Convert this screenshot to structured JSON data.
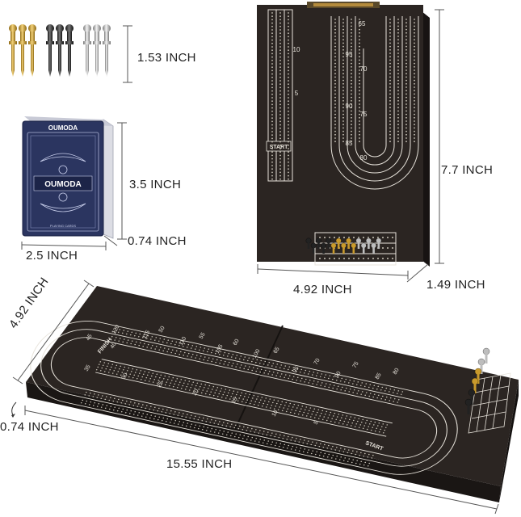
{
  "dimensions": {
    "pegs_height": "1.53 INCH",
    "card_height": "3.5 INCH",
    "card_width": "2.5 INCH",
    "card_depth": "0.74 INCH",
    "box_height": "7.7 INCH",
    "box_width": "4.92 INCH",
    "box_depth": "1.49 INCH",
    "board_width": "4.92 INCH",
    "board_thickness": "0.74 INCH",
    "board_length": "15.55 INCH"
  },
  "card_deck": {
    "brand": "OUMODA",
    "subtext": "PLAYING CARDS"
  },
  "box_board": {
    "track_numbers": [
      "10",
      "5",
      "65",
      "95",
      "70",
      "90",
      "75",
      "85",
      "80"
    ],
    "start_label": "START"
  },
  "open_board": {
    "finish_label": "FINISH",
    "start_label": "START",
    "track_numbers": [
      "45",
      "120",
      "40",
      "115",
      "50",
      "110",
      "55",
      "105",
      "60",
      "100",
      "65",
      "35",
      "30",
      "25",
      "20",
      "15",
      "10",
      "5",
      "95",
      "70",
      "90",
      "75",
      "85",
      "80"
    ]
  },
  "colors": {
    "wood": "#2b2522",
    "line": "#e8e4dc",
    "gold": "#d4a635",
    "black_peg": "#3a3a3a",
    "silver": "#c0c0c0"
  }
}
